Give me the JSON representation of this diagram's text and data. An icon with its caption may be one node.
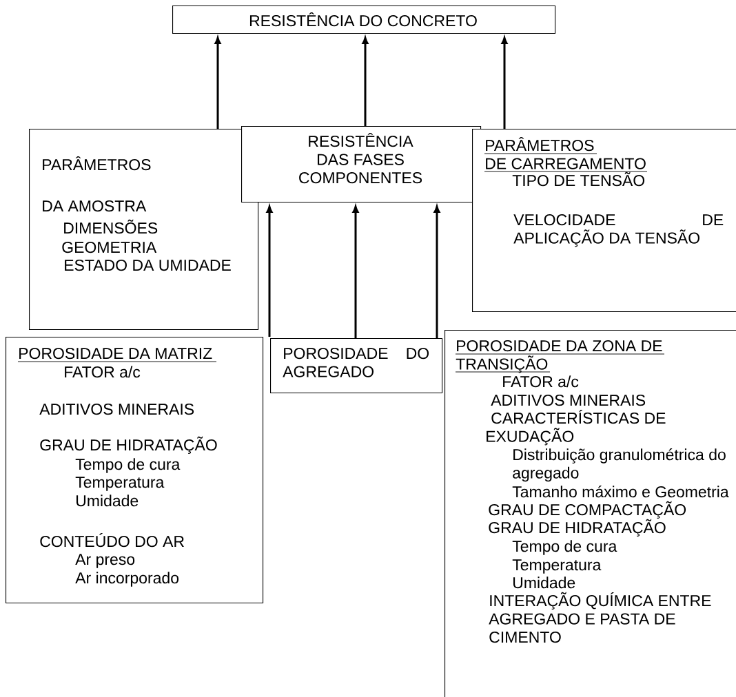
{
  "diagram": {
    "nodes": [
      {
        "text": [
          "RESISTÊNCIA DO CONCRETO"
        ]
      },
      {
        "text": [
          "PARÂMETROS",
          "DA AMOSTRA",
          "DIMENSÕES",
          "GEOMETRIA",
          "ESTADO DA UMIDADE"
        ]
      },
      {
        "text": [
          "RESISTÊNCIA DAS FASES COMPONENTES"
        ]
      },
      {
        "text": [
          "PARÂMETROS DE CARREGAMENTO",
          "TIPO DE TENSÃO",
          "VELOCIDADE DE APLICAÇÃO DA TENSÃO"
        ]
      },
      {
        "text": [
          "POROSIDADE DA MATRIZ",
          "FATOR a/c",
          "ADITIVOS MINERAIS",
          "GRAU DE HIDRATAÇÃO",
          "Tempo de cura",
          "Temperatura",
          "Umidade",
          "CONTEÚDO DO AR",
          "Ar preso",
          "Ar incorporado"
        ]
      },
      {
        "text": [
          "POROSIDADE DO AGREGADO"
        ]
      },
      {
        "text": [
          "POROSIDADE DA ZONA DE TRANSIÇÃO",
          "FATOR a/c",
          "ADITIVOS MINERAIS",
          "CARACTERÍSTICAS DE EXUDAÇÃO",
          "Distribuição granulométrica do agregado",
          "Tamanho máximo e Geometria",
          "GRAU DE COMPACTAÇÃO",
          "GRAU DE HIDRATAÇÃO",
          "Tempo de cura",
          "Temperatura",
          "Umidade",
          "INTERAÇÃO QUÍMICA ENTRE AGREGADO E PASTA DE CIMENTO"
        ]
      }
    ],
    "edges": [
      {
        "from": 1,
        "to": 0,
        "arrow": "to"
      },
      {
        "from": 2,
        "to": 0,
        "arrow": "to"
      },
      {
        "from": 3,
        "to": 0,
        "arrow": "to"
      },
      {
        "from": 4,
        "to": 2,
        "arrow": "to"
      },
      {
        "from": 5,
        "to": 2,
        "arrow": "to"
      },
      {
        "from": 5,
        "to": 2,
        "arrow": "to"
      }
    ]
  }
}
